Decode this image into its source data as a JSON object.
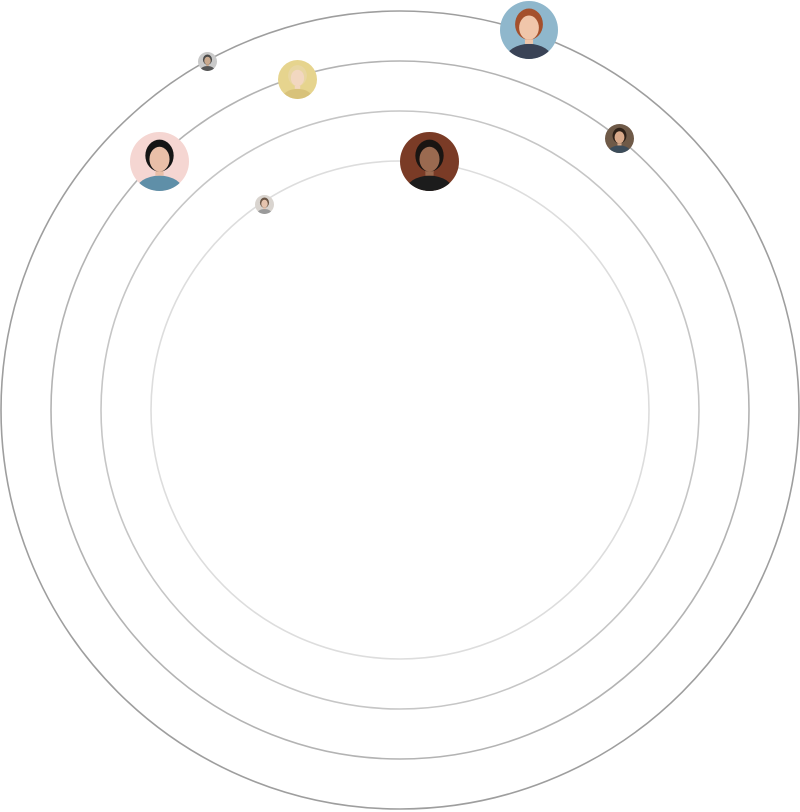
{
  "orbits": [
    {
      "id": "orbit-outer",
      "stroke": "#9e9e9e"
    },
    {
      "id": "orbit-third",
      "stroke": "#b3b3b3"
    },
    {
      "id": "orbit-second",
      "stroke": "#c6c6c6"
    },
    {
      "id": "orbit-inner",
      "stroke": "#dddddd"
    }
  ],
  "avatars": [
    {
      "name": "avatar-redhead-woman",
      "icon": "person-portrait-icon",
      "bg": "#8fb7cc",
      "hair": "#a4502c",
      "skin": "#f0c6aa",
      "shirt": "#3a4356"
    },
    {
      "name": "avatar-small-man-gray",
      "icon": "person-portrait-icon",
      "bg": "#c9c9c9",
      "hair": "#4a4a4a",
      "skin": "#c9a98e",
      "shirt": "#555555"
    },
    {
      "name": "avatar-blonde-child",
      "icon": "person-portrait-icon",
      "bg": "#e6d48e",
      "hair": "#e8d6a2",
      "skin": "#f2d7c0",
      "shirt": "#d8c27a"
    },
    {
      "name": "avatar-brunette-woman-small",
      "icon": "person-portrait-icon",
      "bg": "#6f5a48",
      "hair": "#2e2118",
      "skin": "#d8a98a",
      "shirt": "#3c4c5a"
    },
    {
      "name": "avatar-dark-haired-woman",
      "icon": "person-portrait-icon",
      "bg": "#f5d6d2",
      "hair": "#151515",
      "skin": "#e9bfa8",
      "shirt": "#5f8fa8"
    },
    {
      "name": "avatar-bearded-man",
      "icon": "person-portrait-icon",
      "bg": "#7a3b26",
      "hair": "#1a1512",
      "skin": "#9a6a50",
      "shirt": "#1c1c1c"
    },
    {
      "name": "avatar-tiny-woman",
      "icon": "person-portrait-icon",
      "bg": "#d9d4cf",
      "hair": "#6b5646",
      "skin": "#e6c4ae",
      "shirt": "#9a9a9a"
    }
  ]
}
